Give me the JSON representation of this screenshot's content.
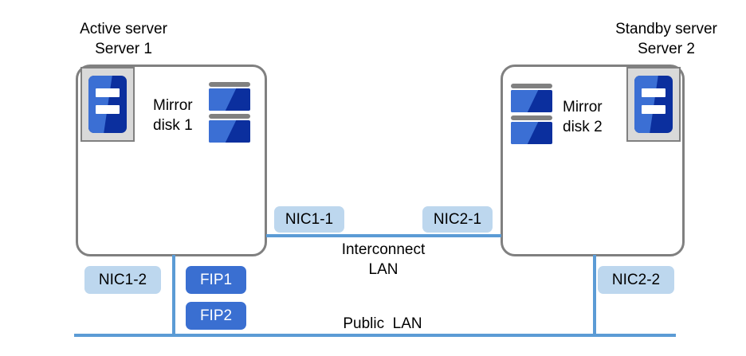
{
  "diagram": {
    "title_left_line1": "Active server",
    "title_left_line2": "Server 1",
    "title_right_line1": "Standby server",
    "title_right_line2": "Server 2",
    "mirror_disk_left_line1": "Mirror",
    "mirror_disk_left_line2": "disk 1",
    "mirror_disk_right_line1": "Mirror",
    "mirror_disk_right_line2": "disk 2",
    "interconnect_label_line1": "Interconnect",
    "interconnect_label_line2": "LAN",
    "public_lan_label": "Public  LAN",
    "nics": {
      "nic1_1": "NIC1-1",
      "nic2_1": "NIC2-1",
      "nic1_2": "NIC1-2",
      "nic2_2": "NIC2-2"
    },
    "fips": {
      "fip1": "FIP1",
      "fip2": "FIP2"
    },
    "colors": {
      "nic_badge_bg": "#bdd7ee",
      "fip_badge_bg": "#3a6fd1",
      "network_line": "#5b9bd5",
      "server_border": "#808080",
      "icon_blue_light": "#3b6fd4",
      "icon_blue_dark": "#0b2f9e",
      "icon_tray_bg": "#d9d9d9",
      "text": "#000000",
      "background": "#ffffff"
    },
    "icon_names": {
      "server_appliance": "server-appliance-icon",
      "mirror_disk": "mirror-disk-icon"
    }
  }
}
